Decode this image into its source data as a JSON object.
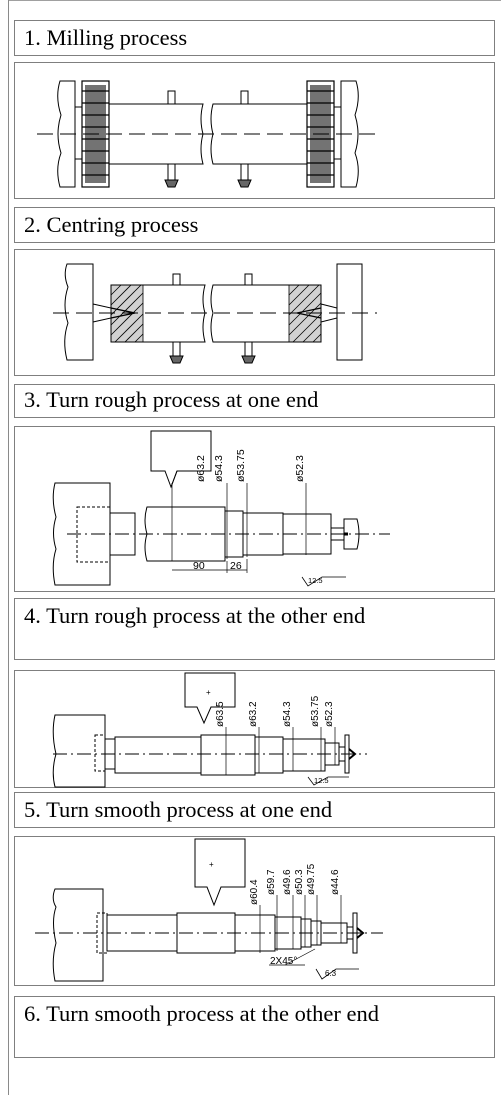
{
  "steps": [
    {
      "label": "1. Milling process"
    },
    {
      "label": "2. Centring process"
    },
    {
      "label": "3. Turn rough process at one end"
    },
    {
      "label": "4. Turn rough process at the other end"
    },
    {
      "label": "5. Turn smooth process at one end"
    },
    {
      "label": "6. Turn smooth process at the other end"
    }
  ],
  "drawings": {
    "rough_one_end": {
      "diameters": [
        "ø63.2",
        "ø54.3",
        "ø53.75",
        "ø52.3"
      ],
      "lengths": [
        "90",
        "26"
      ],
      "roughness": "12.5"
    },
    "rough_other_end": {
      "diameters": [
        "ø63.5",
        "ø63.2",
        "ø54.3",
        "ø53.75",
        "ø52.3"
      ],
      "roughness": "12.5"
    },
    "smooth_one_end": {
      "diameters": [
        "ø60.4",
        "ø59.7",
        "ø49.6",
        "ø50.3",
        "ø49.75",
        "ø44.6"
      ],
      "chamfer": "2X45°",
      "roughness": "6.3"
    }
  }
}
